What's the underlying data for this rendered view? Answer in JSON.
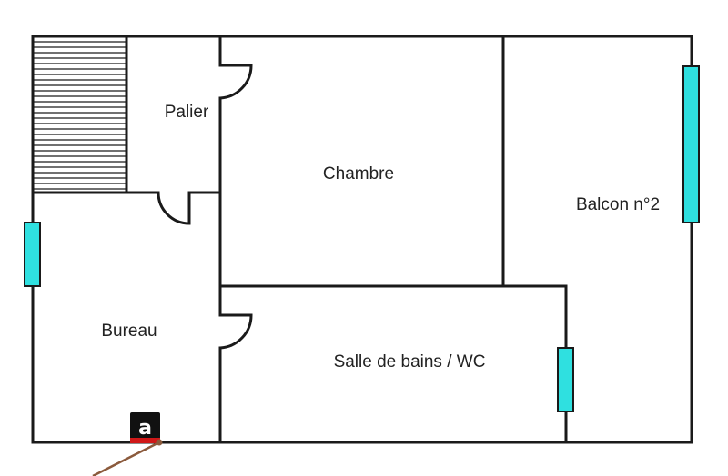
{
  "rooms": [
    {
      "id": "palier",
      "label": "Palier"
    },
    {
      "id": "chambre",
      "label": "Chambre"
    },
    {
      "id": "balcon",
      "label": "Balcon n°2"
    },
    {
      "id": "bureau",
      "label": "Bureau"
    },
    {
      "id": "salle",
      "label": "Salle de bains / WC"
    }
  ],
  "colors": {
    "wall": "#1a1a1a",
    "window": "#2fe0e0",
    "logo_bg": "#111111",
    "logo_accent": "#d01818",
    "pointer": "#8b5a3c"
  },
  "logo": {
    "letter": "a",
    "icon": "agency-logo-icon"
  }
}
